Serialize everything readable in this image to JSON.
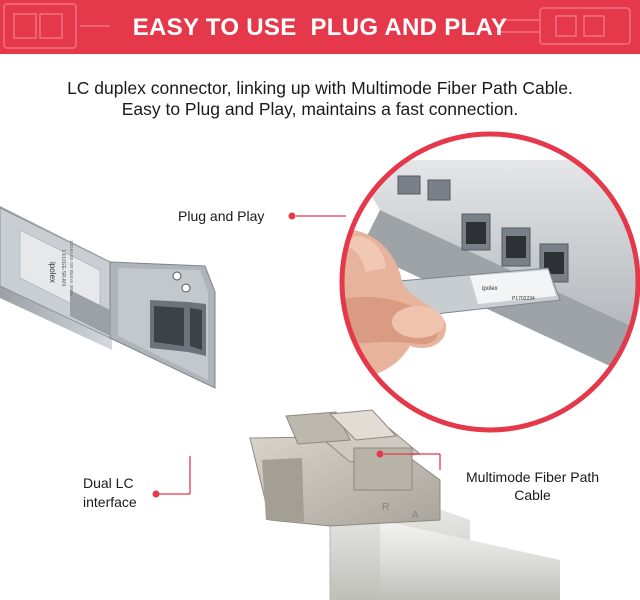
{
  "banner": {
    "title": "EASY TO USE  PLUG AND PLAY",
    "background": "#e5384a"
  },
  "description": {
    "line1": "LC duplex connector, linking up with Multimode Fiber Path Cable.",
    "line2": "Easy to Plug and Play, maintains a fast connection."
  },
  "callouts": {
    "plug_and_play": "Plug and Play",
    "dual_lc_line1": "Dual LC",
    "dual_lc_line2": "interface",
    "cable_line1": "Multimode Fiber Path",
    "cable_line2": "Cable"
  },
  "module_label": {
    "brand": "ipolex",
    "model": "LX10GE-SR-MX",
    "spec": "10GBASE-SR 850nm 300m",
    "zoom_serial": "P1702234"
  },
  "accent_color": "#e5384a"
}
